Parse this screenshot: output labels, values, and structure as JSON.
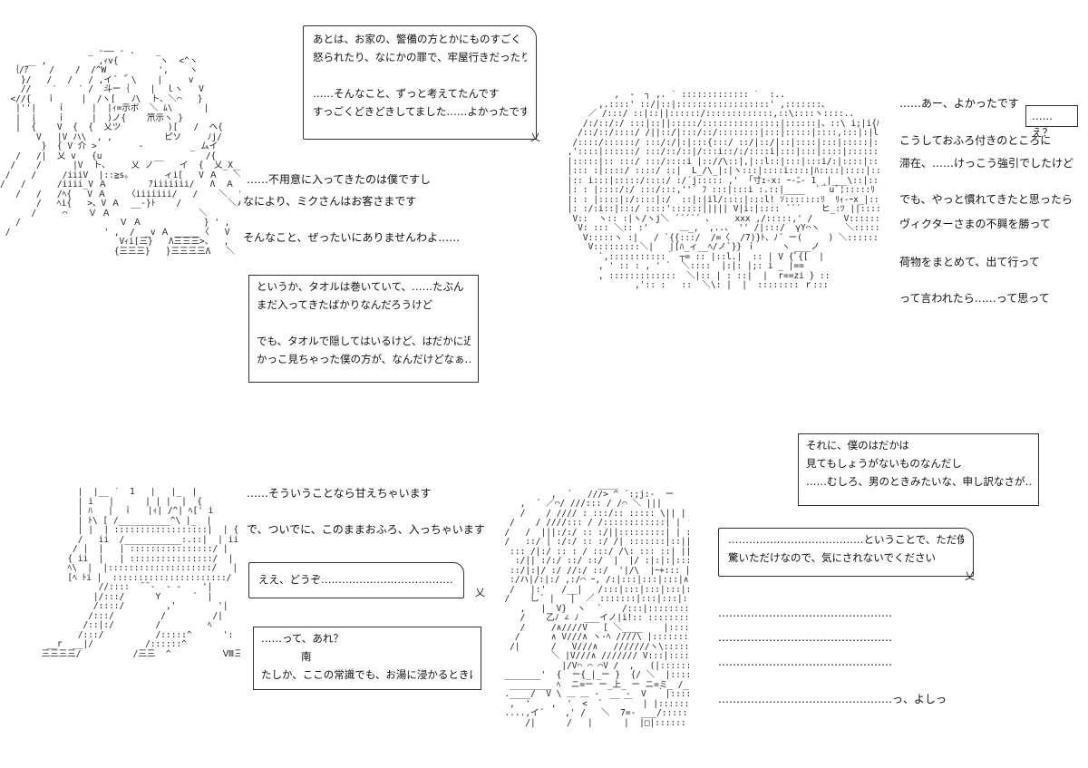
{
  "art": {
    "top_left": "                 _ -―― - .    _\n     __ ,          ,ｨv{        ヽ  <^ヽ\n  ｛/ｱ    /    /  /^W          ',    ヽ\n    }/   /   /   / ,イ´ ̄｀\\    |     v\n    //    ′    ′ /  斗ー｛    |  ｌヽ   V\n  <//{   ｉ     |  /ヽ[   ﾉ\\  ト、＼⌒   }\n   |''|    ｉ     |  |ｨ=示ボ  ＼ ﾑ\\      |\n   |  |    ｉ     |  )ノ{    笊示ヽ }\n   |  {    V  {  {  乂ツ         )[   /  ヘ{\n       V   |V ハ\\  , ,          ピソ     ﾉj/\n        }  { V 介 >        ‐         _ ムイ\n   /   /|  乂 v   {u          __        /{      γY⌒ヽ\n  /    /      |V  ト、    乂 ノ     イ  {  乂_X__ ノ\n /    /     /iiiV  |::≧s。      ィi[   V Ａ   ＼ __\n/   /      /iiii_V Ａ        ｱiiiiiii/   Λ  Ａ\n   /   /   /ﾍ{   V Ａ    〈iiiiiii/   /    ＼  '\n       /   ﾍi{   >、V Ａ  __-}ﾄ    /         ＼Ａ\n      /     ⌒    Ｖ Ａ                 ＼        VＡ\n   /                   Ｖ Ａ            } ' ,       VＡ\n /                  ' ,  /  _v Ａ _____〈   V      VＡ\n                       Vｨi[三}   Λ三三三>、  ,    }iii:Ａ\n                      {三三三}   }三三三三Λ   ＼  ﾉiiiiiif,",
    "top_right": "          ,  -  ┐ ,. ´ ::::::::::::: `  :..\n       ,.::::' ::/|::|::::::::::::::::::' ,:::::::､\n     ／ /:::/ ::|::||::::::/:::::::::::::,::\\::::ヽ::::..\n    /:/::/:/ :::|::||:::::/:::::::::::::::|::::::|、::\\ i;|i{ﾊ|l::.  ヽ\n   /::/::/::::/ /||::/|:::/::/::::::::|:::|:::::|::::,:::|:|l||:::::  \\\n  /::::/::::::/ :::/:/|:|:::{:::/ ::/|::/|::|::::|:::|:::::|::::|l||l:::\n ,'::::|::::::/ :::/::/::|/:::i::/:/::::i|:::|:::|::::|::::::: `  |ﾊ::|\n |:::::|:: :::/ :::/::::i |:://\\::|,|::l::|:::|:::i/:|::::|:::|:|l:::l|:::\n |::: :|::::/ ::::/ ::|  L_/\\_|:|ヽ:::|::::i::::|ﾊ::::|::::|:::|:|l|l:|:::\n |:: i:::|:::::/::::/ :/´j::::: ,'  ｢寸ｪ-x: ｰ-ﾆ‐ 1 _|___\\::|::i::::| ////:::::\n |: : |::::/:/ :::/:::,''´ ﾌ :::|:::i :.::|____  `｀u`¦:::::ﾘ ,'::::|:|.  ゚｀,':\n |: : |::::|:/::::|:/  ::|:|il/::::|:::l! ｿ:::::::ﾘ  ﾘｨ-ｰx_|::|::|  |∠  ∧ ヽ:::::::::\n |: :/:i::|:::/ ::::'::::::||||| V|i:|:::: ´´´    ヒ_:ﾂ ||:::::::,'   ,: ∧\n  V::  ヽ:: :|ヽ/ヽj＼ ´´´´´ 、    xxx ,/:::::,' /      V::::::/\n   V: ::: ＼:: :'      ＿_,  ,..、 '' /|:::/  γY⌒ヽ     ＼::::::::::\n    V:::::ヽ :|   / `{{:::/  /=〈  /7)}ﾄ、ﾉ´ ー(     ) ＼:::::::\n     V:::::::::＼|   |[ﾊ_ィ__ﾍ/ノ`}} ｉ     ヽ ___ノ\n       `,:::::::::::｀ ┬= :: |::l.|  :: | V {ﾟ{[  |\n       , ' :: : , ' `  ＼::::  |:|: |;: i _ |==\n       , :::::::::::::  ＼|:: | : ::|  |  r==zi } ::\n              ,':: :   ::  ＼\\: |  |  :::::::: ｒ:::",
    "bottom_left": "        |  |__ ´  ̄1   |   |_  |\n        | i   |      | | |  |  {\n        | ﾊ   |  ｉ   |ｨ| /^| ﾍ[' i\n        | ﾄ\\ [ /__________^\\ |_  |\n        | |  | ::::::::::::::::::|  | {\n        /   ii  /___________:.::|  | ii\n       / |  |   | ::::::::::::::::/ |  | ii\n      { ii  |   | ::::::::::::::::/  | | iii\n      ﾍ\\  |  |::::::::::::::::::::/   |  ﾊi\n      [ﾍ ﾄi |  ::::::::::::::::::::::/   |  |\n            //::::  ̄ ̄ -  ‐ -    '|\n           |/:::/      Y      ´  |\n           /::::/        ,'        '|\n          /:::/         /         /|\n         /::|:/        /         ﾍ\n        /:::/          /:::::^      ':\n  __r  __|/          /::::::^          ' ,\n 三三三三/          /三三  ^          Ⅷ三三",
    "bottom_right": "                    ____\n           ,  ´   ///> ^ ´:;j:-  ー\n     ,  ´ ／⌒/ ///::: / /⌒ ＼ |||\n     /    / //// : :::/:: ::::: \\|| |\n   /    / ////::: / /::::::::::::| | ヽ\n  /   /  |||:/:/ :: :/||:::::::::| | ::\n  /   ::/ | :/:/ :: :/ /| :::::::|::|| |\n   ::: /|:/ :: : / :::/ /\\: ::: ::| ||::\n    :/|| :/:/ ::/ ::/  |  |/ :|:|:|::: |\n   ::/|:|/ :/ //:/ ::/  '|/\\  |ｰ+::: |::|\n   :/ハ|/:|:/ ,:/⌒ ｰ, /:|:::|:::|:::|∧:::\n   /   |:'   /__|   /:::|:::|:::|:::|:: ::\n  /    乚´ |   |  ／ :::::::|:::|:::|:::\n     ,   |  V}  ヽ  ´    /:::|::::::::::\n     /    乙ﾉ ∠ ﾉ ___イノ|i!:: ::::::::\n     /     /∧////V   [ ＼____    |::::::::::\n    /      ∧ V///∧ ヽ-ﾍ ////\\ |:::::::::\n   /|      /   V///∧   ///////ヽ\\::::::::\n           ＼ |V///∧ /////// V:::|:::::::\n             |/V⌒ ⌒ ⌒V /  ,   (|:::::::::\n  _______'  {  ー{_|_ー }  {/ ＼  |:::::::\n   ________ ﾍ  ニ=ー ー_上_ ー ニ=ミ_ /___|\n  .____/  V \\ ＿ ＿ -  __ -  V  ｀|::::::\n   ,  '    ,  '  <  `    ￣  | |::::::\n  ....,イ´    ,' /   ＼  7=- ___/:::::\n      /|      /   |      |  |□|::::::"
  },
  "panel1": {
    "bubble_top": [
      "あとは、お家の、警備の方とかにものすごく",
      "怒られたり、なにかの罪で、牢屋行きだったり",
      "",
      "……そんなこと、ずっと考えてたんです",
      "すっごくどきどきしてました……よかったですー"
    ],
    "lines": [
      "……不用意に入ってきたのは僕ですし",
      "なにより、ミクさんはお客さまです",
      "",
      "そんなこと、ぜったいにありませんわよ……"
    ],
    "box": [
      "というか、タオルは巻いていて、……たぶん",
      "まだ入ってきたばかりなんだろうけど",
      "",
      "でも、タオルで隠してはいるけど、はだかに近い",
      "かっこ見ちゃった僕の方が、なんだけどなぁ……"
    ]
  },
  "panel2": {
    "lines": [
      "……あー、よかったです",
      "",
      "こうしておふろ付きのところに",
      "滞在、……けっこう強引でしたけど",
      "",
      "でも、やっと慣れてきたと思ったら",
      "ヴィクターさまの不興を勝って",
      "",
      "荷物をまとめて、出て行って",
      "",
      "って言われたら……って思って"
    ],
    "small_box": "……え？"
  },
  "panel3": {
    "lines": [
      "……そういうことなら甘えちゃいます",
      "",
      "で、ついでに、このままおふろ、入っちゃいます"
    ],
    "bubble": "ええ、どうぞ……………………………………",
    "box": [
      "……って、あれ？",
      "南",
      "たしか、ここの常識でも、お湯に浸かるときには、"
    ]
  },
  "panel4": {
    "box": [
      "それに、僕のはだかは",
      "見てもしょうがないものなんだし",
      "……むしろ、男のときみたいな、申し訳なさが……"
    ],
    "bubble": [
      "…………………………………ということで、ただ僕は",
      "驚いただけなので、気にされないでください"
    ],
    "lines": [
      "…………………………………………",
      "…………………………………………",
      "…………………………………………",
      "",
      "…………………………………………っ、よしっ"
    ]
  },
  "tail_glyph": "乂"
}
